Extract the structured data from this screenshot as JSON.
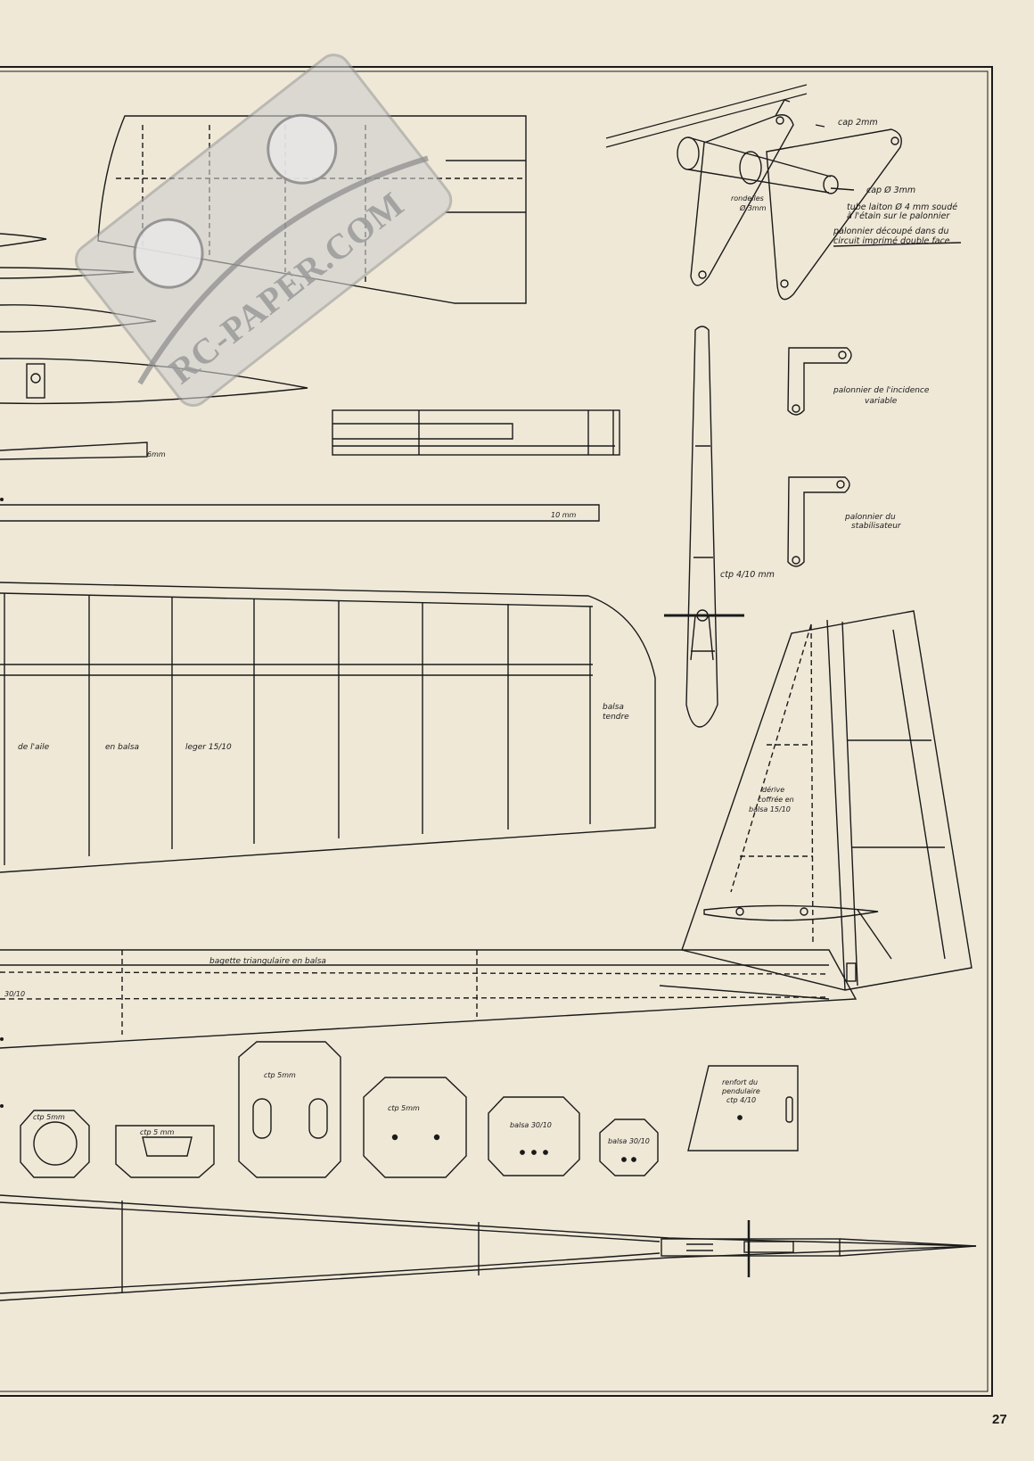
{
  "watermark": {
    "text": "RC-PAPER.COM"
  },
  "page": {
    "number": "27"
  },
  "colors": {
    "paper": "#efe8d7",
    "ink": "#1a1a1a",
    "watermark": "#9a9a9a"
  },
  "labels": {
    "cap_2mm": "cap 2mm",
    "cap_3mm": "cap Ø 3mm",
    "rondelles_1": "rondelles",
    "rondelles_2": "Ø 3mm",
    "tube_1": "tube laiton Ø 4 mm soudé",
    "tube_2": "à l'étain sur le palonnier",
    "palonnier_decoupe_1": "palonnier découpé dans du",
    "palonnier_decoupe_2": "circuit imprimé double face",
    "incidence_1": "palonnier de l'incidence",
    "incidence_2": "variable",
    "stabilisateur_1": "palonnier du",
    "stabilisateur_2": "stabilisateur",
    "dim_6mm": "6mm",
    "dim_10mm": "10 mm",
    "ctp_410mm": "ctp 4/10 mm",
    "balsa_tendre_1": "balsa",
    "balsa_tendre_2": "tendre",
    "de_laile": "de l'aile",
    "en_balsa": "en balsa",
    "leger": "leger 15/10",
    "derive_1": "dérive",
    "derive_2": "coffrée en",
    "derive_3": "balsa 15/10",
    "baguette": "bagette triangulaire en balsa",
    "dim_30_10": "30/10",
    "ctp_5mm_a": "ctp 5mm",
    "ctp_5mm_b": "ctp 5 mm",
    "ctp_5mm_c": "ctp 5mm",
    "ctp_5mm_d": "ctp 5mm",
    "balsa_3010_a": "balsa 30/10",
    "balsa_3010_b": "balsa 30/10",
    "renfort_1": "renfort du",
    "renfort_2": "pendulaire",
    "renfort_3": "ctp 4/10"
  }
}
